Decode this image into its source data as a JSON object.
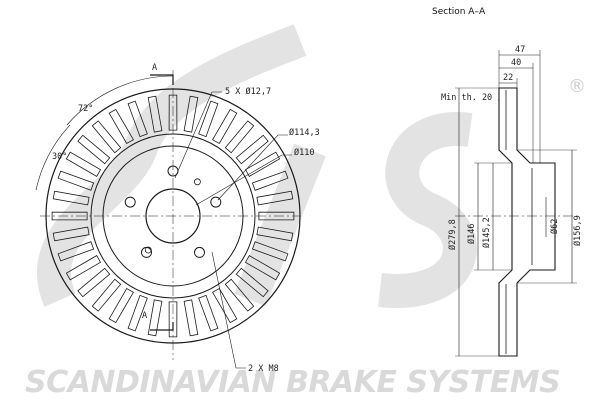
{
  "watermark": {
    "logo_text": "sbs",
    "tagline": "SCANDINAVIAN BRAKE SYSTEMS",
    "registered_mark": "®"
  },
  "front_view": {
    "section_marker": "A",
    "angles": [
      "72°",
      "30°"
    ],
    "hole_callout": "5 X Ø12,7",
    "pcd": "Ø114,3",
    "hub_bore": "Ø110",
    "threads": "2 X M8",
    "hole_count": 5,
    "vane_count": 36
  },
  "section_view": {
    "title": "Section A–A",
    "widths": [
      "47",
      "40",
      "22"
    ],
    "min_thickness": "Min th. 20",
    "diameters": [
      "Ø279,8",
      "Ø146",
      "Ø145,2",
      "Ø62",
      "Ø156,9"
    ]
  },
  "colors": {
    "line": "#1a1a1a",
    "watermark": "#d9d9d9"
  }
}
